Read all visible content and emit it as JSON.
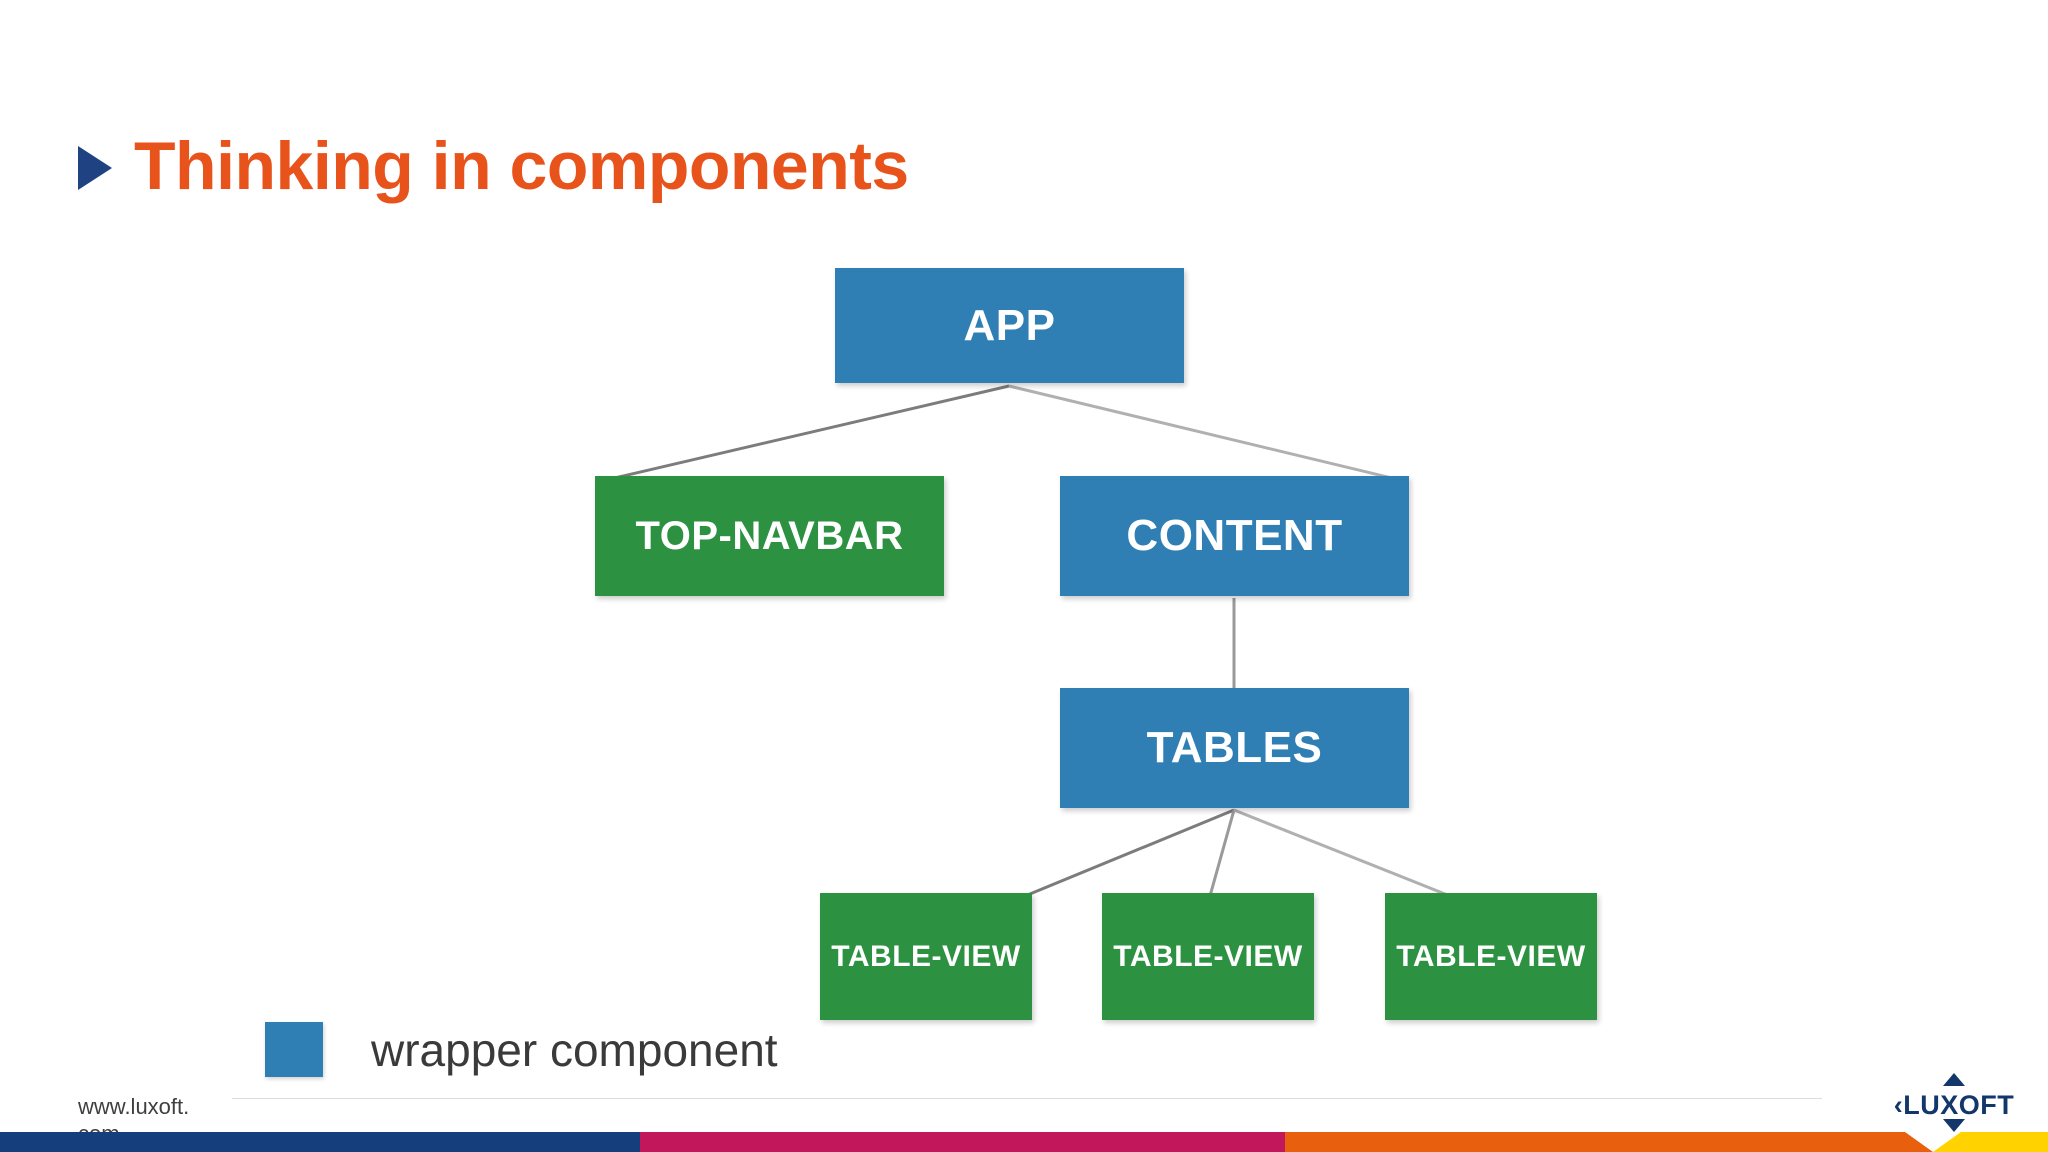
{
  "slide": {
    "title": "Thinking in components",
    "bullet_icon": "triangle-right-icon",
    "title_color": "#E8531B",
    "bullet_color": "#1F4283",
    "background": "#FFFFFF"
  },
  "diagram": {
    "type": "tree",
    "wrapper_color": "#2F7FB4",
    "leaf_color": "#2C9140",
    "connector_color": "#8A8A8A",
    "nodes": [
      {
        "id": "app",
        "label": "APP",
        "kind": "wrapper"
      },
      {
        "id": "topnavbar",
        "label": "TOP-NAVBAR",
        "kind": "leaf"
      },
      {
        "id": "content",
        "label": "CONTENT",
        "kind": "wrapper"
      },
      {
        "id": "tables",
        "label": "TABLES",
        "kind": "wrapper"
      },
      {
        "id": "tableview1",
        "label": "TABLE-VIEW",
        "kind": "leaf"
      },
      {
        "id": "tableview2",
        "label": "TABLE-VIEW",
        "kind": "leaf"
      },
      {
        "id": "tableview3",
        "label": "TABLE-VIEW",
        "kind": "leaf"
      }
    ],
    "edges": [
      {
        "from": "app",
        "to": "topnavbar"
      },
      {
        "from": "app",
        "to": "content"
      },
      {
        "from": "content",
        "to": "tables"
      },
      {
        "from": "tables",
        "to": "tableview1"
      },
      {
        "from": "tables",
        "to": "tableview2"
      },
      {
        "from": "tables",
        "to": "tableview3"
      }
    ]
  },
  "legend": {
    "swatch_color": "#2F7FB4",
    "label": "wrapper component"
  },
  "footer": {
    "url": "www.luxoft.com",
    "logo_text": "‹LUXOFT",
    "logo_color": "#12376B",
    "bar_colors": {
      "blue": "#143E7C",
      "crimson": "#C2185B",
      "orange": "#E8600E",
      "yellow": "#FFD200"
    }
  }
}
